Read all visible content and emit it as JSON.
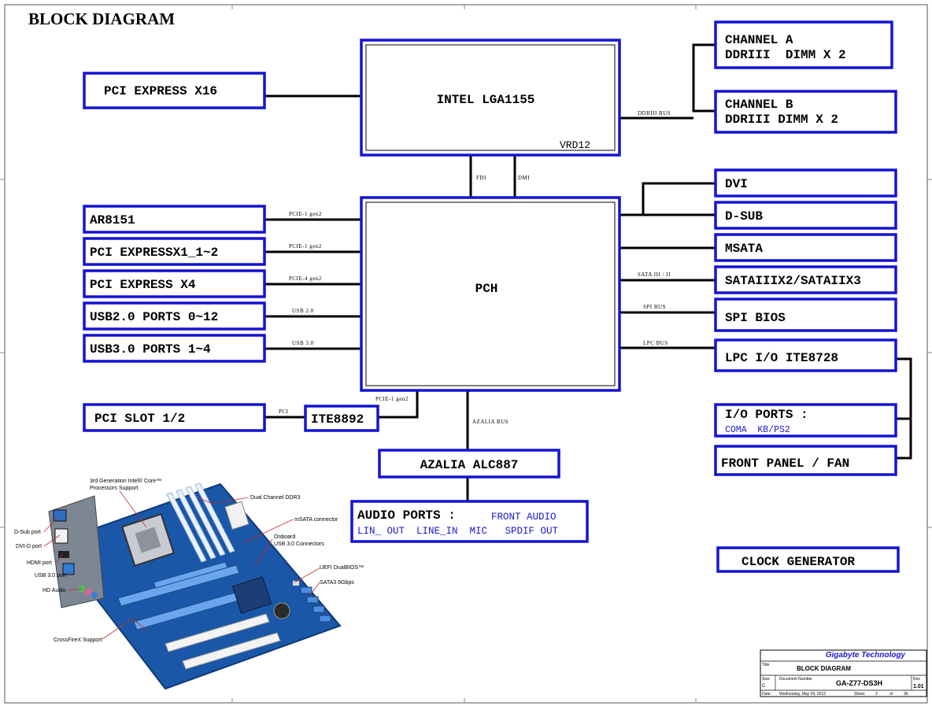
{
  "title": "BLOCK DIAGRAM",
  "cpu": {
    "label": "INTEL LGA1155",
    "vrd": "VRD12"
  },
  "pch": {
    "label": "PCH"
  },
  "left_blocks": {
    "pcie_x16": "PCI EXPRESS X16",
    "ar8151": "AR8151",
    "pcie_x1": "PCI EXPRESSX1_1~2",
    "pcie_x4": "PCI EXPRESS X4",
    "usb2": "USB2.0 PORTS 0~12",
    "usb3": "USB3.0 PORTS 1~4",
    "pci_slot": "PCI SLOT 1/2",
    "ite8892": "ITE8892"
  },
  "right_blocks": {
    "channel_a": [
      "CHANNEL A",
      "DDRIII  DIMM X 2"
    ],
    "channel_b": [
      "CHANNEL B",
      "DDRIII DIMM X 2"
    ],
    "dvi": "DVI",
    "dsub": "D-SUB",
    "msata": "MSATA",
    "sata": "SATAIIIX2/SATAIIX3",
    "spi_bios": "SPI BIOS",
    "lpc_io": "LPC I/O ITE8728",
    "io_ports": {
      "label": "I/O PORTS :",
      "sub": "COMA  KB/PS2"
    },
    "front_panel": "FRONT PANEL / FAN",
    "clock": "CLOCK GENERATOR"
  },
  "bottom_blocks": {
    "azalia": "AZALIA ALC887",
    "audio_ports": {
      "label": "AUDIO PORTS :",
      "front": "FRONT AUDIO",
      "sub": "LIN_ OUT  LINE_IN  MIC   SPDIF OUT"
    }
  },
  "buses": {
    "ddr": "DDRIII BUS",
    "fdi": "FDI",
    "dmi": "DMI",
    "pcie1_a": "PCIE-1 gen2",
    "pcie1_b": "PCIE-1 gen2",
    "pcie4": "PCIE-4 gen2",
    "usb2": "USB 2.0",
    "usb3": "USB 3.0",
    "pci": "PCI",
    "pcie1_c": "PCIE-1 gen2",
    "azalia": "AZALIA BUS",
    "sata": "SATA III / II",
    "spi": "SPI BUS",
    "lpc": "LPC BUS"
  },
  "board_callouts": {
    "cpu1": "3rd Generation Intel® Core™",
    "cpu2": "Processors Support",
    "ddr3": "Dual Channel DDR3",
    "msata": "mSATA connector",
    "usb3a": "Onboard",
    "usb3b": "USB 3.0 Connectors",
    "uefi": "UEFI DualBIOS™",
    "sata3": "SATA3 6Gbps",
    "dsub": "D-Sub port",
    "dvid": "DVI-D port",
    "hdmi": "HDMI port",
    "usb30": "USB 3.0 port",
    "hdaudio": "HD Audio",
    "crossfire": "CrossFireX Support"
  },
  "title_block": {
    "company": "Gigabyte Technology",
    "title_label": "Title",
    "title": "BLOCK DIAGRAM",
    "size_label": "Size",
    "size": "C",
    "docnum_label": "Document Number",
    "docnum": "GA-Z77-DS3H",
    "rev_label": "Rev",
    "rev": "1.01",
    "date_label": "Date:",
    "date": "Wednesday, May 09, 2012",
    "sheet_label": "Sheet",
    "sheet": "3",
    "of_label": "of",
    "total": "36"
  }
}
